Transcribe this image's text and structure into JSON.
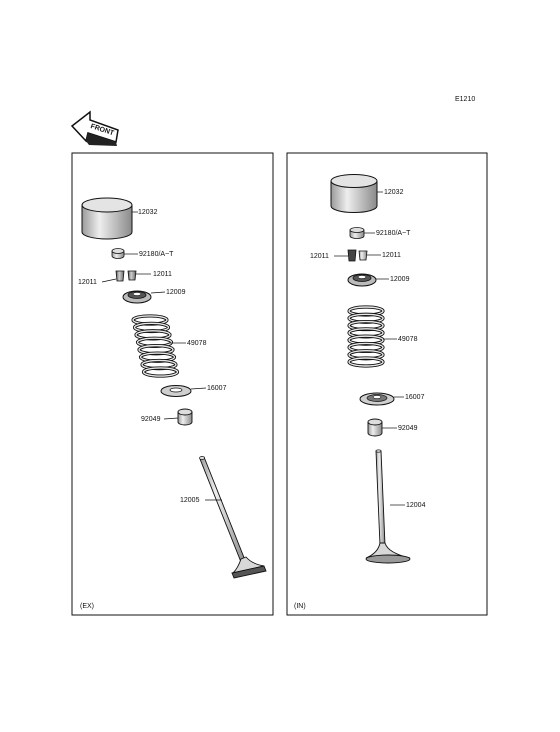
{
  "diagram_code": "E1210",
  "front_mark": "FRONT",
  "exhaust_panel": {
    "tag": "(EX)",
    "parts": {
      "tappet": "12032",
      "shim": "92180/A~T",
      "retainer_upper": "12011",
      "retainer_lower": "12011",
      "spring_retainer": "12009",
      "spring": "49078",
      "spring_seat": "16007",
      "stem_seal": "92049",
      "valve": "12005"
    }
  },
  "intake_panel": {
    "tag": "(IN)",
    "parts": {
      "tappet": "12032",
      "shim": "92180/A~T",
      "retainer_left": "12011",
      "retainer_right": "12011",
      "spring_retainer": "12009",
      "spring": "49078",
      "spring_seat": "16007",
      "stem_seal": "92049",
      "valve": "12004"
    }
  }
}
